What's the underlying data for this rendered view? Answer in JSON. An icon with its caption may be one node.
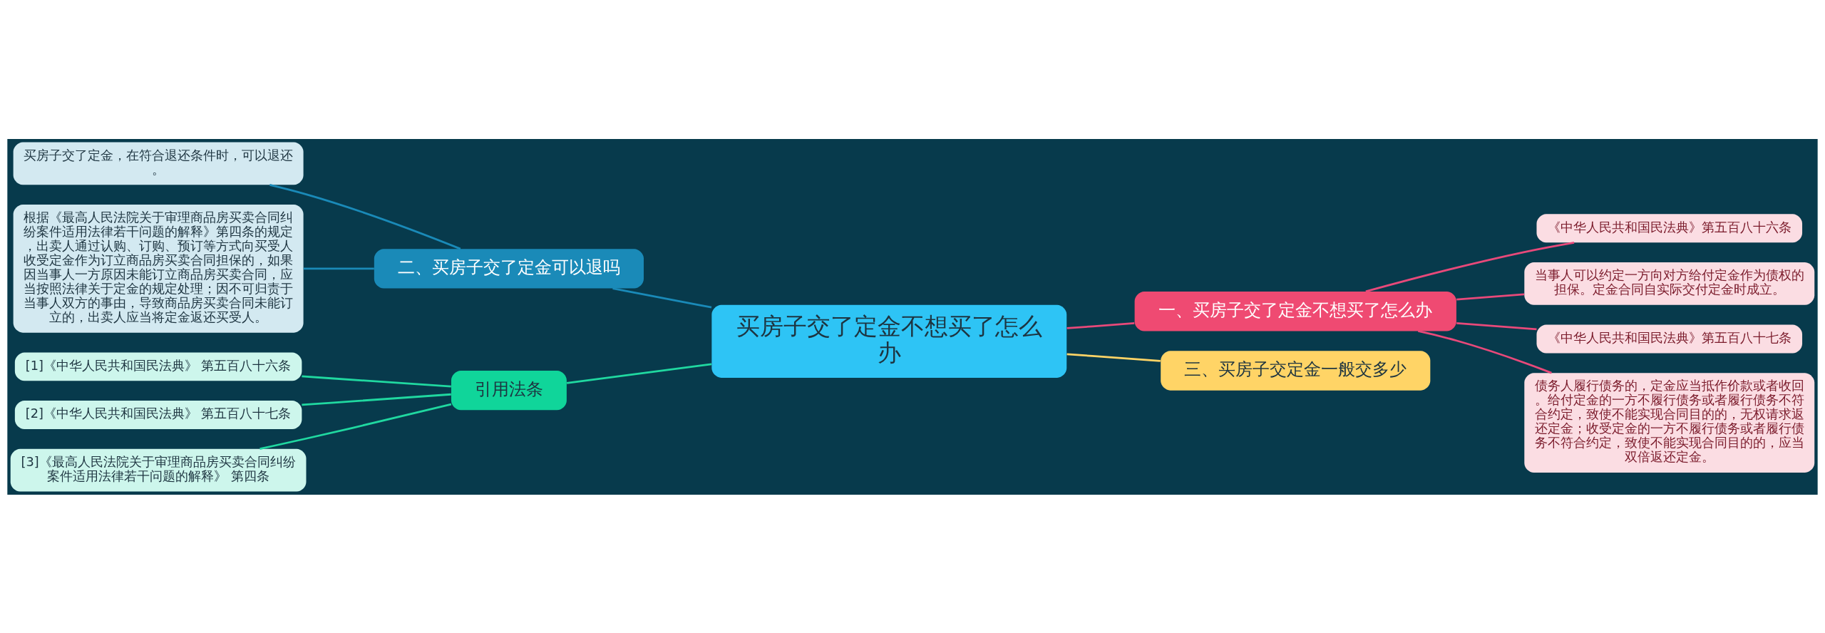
{
  "diagram": {
    "nodes": [
      {
        "text": [
          "买房子交了定金不想买了怎么办"
        ]
      },
      {
        "text": [
          "一、买房子交了定金不想买了怎么办"
        ]
      },
      {
        "text": [
          "《中华人民共和国民法典》第五百八十六条"
        ]
      },
      {
        "text": [
          "当事人可以约定一方向对方给付定金作为债权的担保。定金合同自实际交付定金时成立。"
        ]
      },
      {
        "text": [
          "《中华人民共和国民法典》第五百八十七条"
        ]
      },
      {
        "text": [
          "债务人履行债务的，定金应当抵作价款或者收回。给付定金的一方不履行债务或者履行债务不符合约定，致使不能实现合同目的的，无权请求返还定金；收受定金的一方不履行债务或者履行债务不符合约定，致使不能实现合同目的的，应当双倍返还定金。"
        ]
      },
      {
        "text": [
          "二、买房子交了定金可以退吗"
        ]
      },
      {
        "text": [
          "买房子交了定金，在符合退还条件时，可以退还。"
        ]
      },
      {
        "text": [
          "根据《最高人民法院关于审理商品房买卖合同纠纷案件适用法律若干问题的解释》第四条的规定，出卖人通过认购、订购、预订等方式向买受人收受定金作为订立商品房买卖合同担保的，如果因当事人一方原因未能订立商品房买卖合同，应当按照法律关于定金的规定处理；因不可归责于当事人双方的事由，导致商品房买卖合同未能订立的，出卖人应当将定金返还买受人。"
        ]
      },
      {
        "text": [
          "三、买房子交定金一般交多少"
        ]
      },
      {
        "text": [
          "引用法条"
        ]
      },
      {
        "text": [
          "[1]《中华人民共和国民法典》 第五百八十六条"
        ]
      },
      {
        "text": [
          "[2]《中华人民共和国民法典》 第五百八十七条"
        ]
      },
      {
        "text": [
          "[3]《最高人民法院关于审理商品房买卖合同纠纷案件适用法律若干问题的解释》 第四条"
        ]
      }
    ],
    "edges": [
      {
        "from": 0,
        "to": 1,
        "arrow": "none",
        "color": "#e8497a"
      },
      {
        "from": 1,
        "to": 2,
        "arrow": "none",
        "color": "#e8497a"
      },
      {
        "from": 1,
        "to": 3,
        "arrow": "none",
        "color": "#e8497a"
      },
      {
        "from": 1,
        "to": 4,
        "arrow": "none",
        "color": "#e8497a"
      },
      {
        "from": 1,
        "to": 5,
        "arrow": "none",
        "color": "#e8497a"
      },
      {
        "from": 0,
        "to": 6,
        "arrow": "none",
        "color": "#1a8ab8"
      },
      {
        "from": 6,
        "to": 7,
        "arrow": "none",
        "color": "#1a8ab8"
      },
      {
        "from": 6,
        "to": 8,
        "arrow": "none",
        "color": "#1a8ab8"
      },
      {
        "from": 0,
        "to": 9,
        "arrow": "none",
        "color": "#ffd466"
      },
      {
        "from": 0,
        "to": 10,
        "arrow": "none",
        "color": "#20d8a0"
      },
      {
        "from": 10,
        "to": 11,
        "arrow": "none",
        "color": "#20d8a0"
      },
      {
        "from": 10,
        "to": 12,
        "arrow": "none",
        "color": "#20d8a0"
      },
      {
        "from": 10,
        "to": 13,
        "arrow": "none",
        "color": "#20d8a0"
      }
    ]
  }
}
